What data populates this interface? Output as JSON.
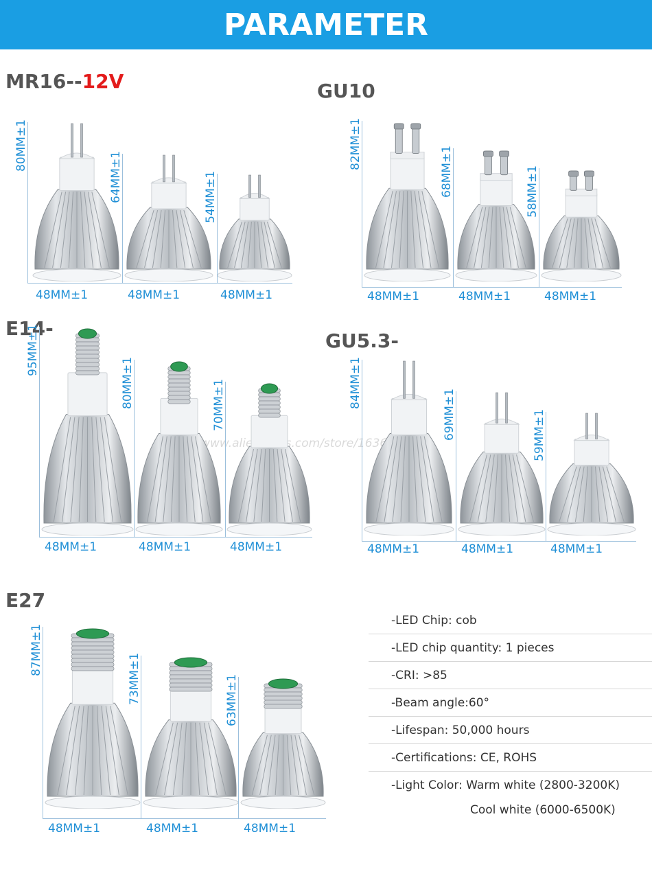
{
  "page": {
    "header": "PARAMETER",
    "watermark": "http://www.aliexpress.com/store/1636001"
  },
  "colors": {
    "banner": "#1a9ee3",
    "dimension_text": "#1f8fd6",
    "title_text": "#555555",
    "voltage_accent": "#e31b1b"
  },
  "groups": [
    {
      "id": "mr16",
      "title": "MR16--",
      "title_suffix": "12V",
      "base": "bi-pin",
      "bulbs": [
        {
          "height_label": "80MM±1",
          "width_label": "48MM±1",
          "height_mm": 80
        },
        {
          "height_label": "64MM±1",
          "width_label": "48MM±1",
          "height_mm": 64
        },
        {
          "height_label": "54MM±1",
          "width_label": "48MM±1",
          "height_mm": 54
        }
      ]
    },
    {
      "id": "gu10",
      "title": "GU10",
      "title_suffix": "",
      "base": "twist-lock",
      "bulbs": [
        {
          "height_label": "82MM±1",
          "width_label": "48MM±1",
          "height_mm": 82
        },
        {
          "height_label": "68MM±1",
          "width_label": "48MM±1",
          "height_mm": 68
        },
        {
          "height_label": "58MM±1",
          "width_label": "48MM±1",
          "height_mm": 58
        }
      ]
    },
    {
      "id": "e14",
      "title": "E14-",
      "title_suffix": "",
      "base": "small-screw",
      "bulbs": [
        {
          "height_label": "95MM±1",
          "width_label": "48MM±1",
          "height_mm": 95
        },
        {
          "height_label": "80MM±1",
          "width_label": "48MM±1",
          "height_mm": 80
        },
        {
          "height_label": "70MM±1",
          "width_label": "48MM±1",
          "height_mm": 70
        }
      ]
    },
    {
      "id": "gu53",
      "title": "GU5.3-",
      "title_suffix": "",
      "base": "bi-pin",
      "bulbs": [
        {
          "height_label": "84MM±1",
          "width_label": "48MM±1",
          "height_mm": 84
        },
        {
          "height_label": "69MM±1",
          "width_label": "48MM±1",
          "height_mm": 69
        },
        {
          "height_label": "59MM±1",
          "width_label": "48MM±1",
          "height_mm": 59
        }
      ]
    },
    {
      "id": "e27",
      "title": "E27",
      "title_suffix": "",
      "base": "large-screw",
      "bulbs": [
        {
          "height_label": "87MM±1",
          "width_label": "48MM±1",
          "height_mm": 87
        },
        {
          "height_label": "73MM±1",
          "width_label": "48MM±1",
          "height_mm": 73
        },
        {
          "height_label": "63MM±1",
          "width_label": "48MM±1",
          "height_mm": 63
        }
      ]
    }
  ],
  "specs": [
    "-LED Chip: cob",
    "-LED chip quantity: 1 pieces",
    "-CRI: >85",
    "-Beam angle:60°",
    "-Lifespan: 50,000 hours",
    "-Certifications: CE, ROHS",
    "-Light Color: Warm white (2800-3200K)"
  ],
  "specs_continuation": "Cool white (6000-6500K)"
}
